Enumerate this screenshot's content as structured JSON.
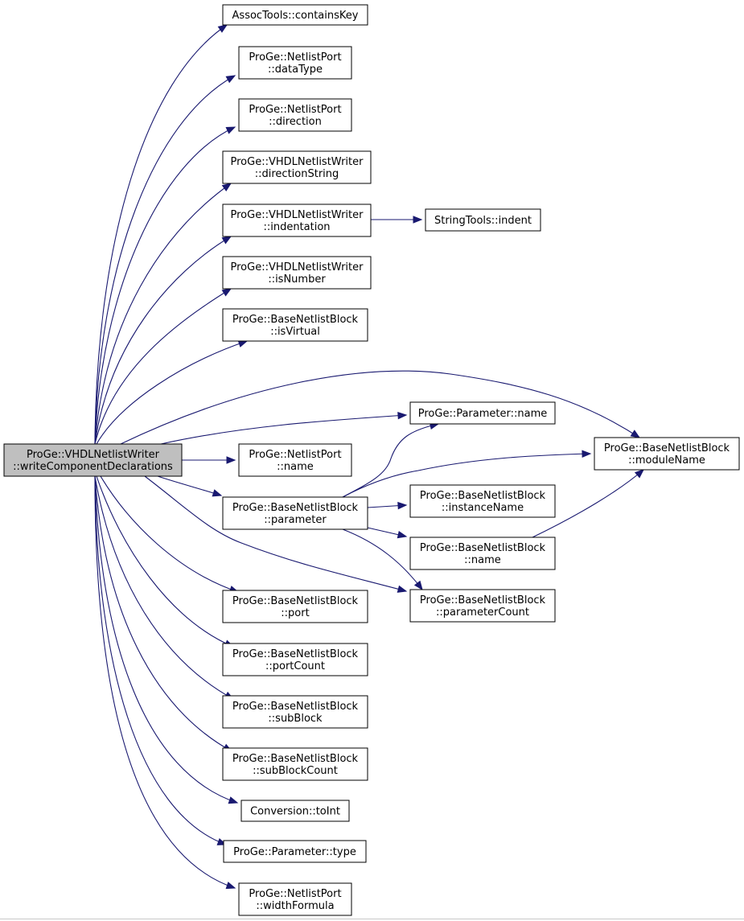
{
  "nodes": [
    {
      "id": "root",
      "lines": [
        "ProGe::VHDLNetlistWriter",
        "::writeComponentDeclarations"
      ],
      "root": true
    },
    {
      "id": "containsKey",
      "lines": [
        "AssocTools::containsKey"
      ]
    },
    {
      "id": "dataType",
      "lines": [
        "ProGe::NetlistPort",
        "::dataType"
      ]
    },
    {
      "id": "direction",
      "lines": [
        "ProGe::NetlistPort",
        "::direction"
      ]
    },
    {
      "id": "directionString",
      "lines": [
        "ProGe::VHDLNetlistWriter",
        "::directionString"
      ]
    },
    {
      "id": "indentation",
      "lines": [
        "ProGe::VHDLNetlistWriter",
        "::indentation"
      ]
    },
    {
      "id": "indent",
      "lines": [
        "StringTools::indent"
      ]
    },
    {
      "id": "isNumber",
      "lines": [
        "ProGe::VHDLNetlistWriter",
        "::isNumber"
      ]
    },
    {
      "id": "isVirtual",
      "lines": [
        "ProGe::BaseNetlistBlock",
        "::isVirtual"
      ]
    },
    {
      "id": "paramName",
      "lines": [
        "ProGe::Parameter::name"
      ]
    },
    {
      "id": "moduleName",
      "lines": [
        "ProGe::BaseNetlistBlock",
        "::moduleName"
      ]
    },
    {
      "id": "portName",
      "lines": [
        "ProGe::NetlistPort",
        "::name"
      ]
    },
    {
      "id": "parameter",
      "lines": [
        "ProGe::BaseNetlistBlock",
        "::parameter"
      ]
    },
    {
      "id": "instanceName",
      "lines": [
        "ProGe::BaseNetlistBlock",
        "::instanceName"
      ]
    },
    {
      "id": "blockName",
      "lines": [
        "ProGe::BaseNetlistBlock",
        "::name"
      ]
    },
    {
      "id": "parameterCount",
      "lines": [
        "ProGe::BaseNetlistBlock",
        "::parameterCount"
      ]
    },
    {
      "id": "port",
      "lines": [
        "ProGe::BaseNetlistBlock",
        "::port"
      ]
    },
    {
      "id": "portCount",
      "lines": [
        "ProGe::BaseNetlistBlock",
        "::portCount"
      ]
    },
    {
      "id": "subBlock",
      "lines": [
        "ProGe::BaseNetlistBlock",
        "::subBlock"
      ]
    },
    {
      "id": "subBlockCount",
      "lines": [
        "ProGe::BaseNetlistBlock",
        "::subBlockCount"
      ]
    },
    {
      "id": "toInt",
      "lines": [
        "Conversion::toInt"
      ]
    },
    {
      "id": "paramType",
      "lines": [
        "ProGe::Parameter::type"
      ]
    },
    {
      "id": "widthFormula",
      "lines": [
        "ProGe::NetlistPort",
        "::widthFormula"
      ]
    }
  ],
  "edges": [
    {
      "from": "root",
      "to": "containsKey"
    },
    {
      "from": "root",
      "to": "dataType"
    },
    {
      "from": "root",
      "to": "direction"
    },
    {
      "from": "root",
      "to": "directionString"
    },
    {
      "from": "root",
      "to": "indentation"
    },
    {
      "from": "root",
      "to": "isNumber"
    },
    {
      "from": "root",
      "to": "isVirtual"
    },
    {
      "from": "root",
      "to": "moduleName"
    },
    {
      "from": "root",
      "to": "paramName"
    },
    {
      "from": "root",
      "to": "portName"
    },
    {
      "from": "root",
      "to": "parameter"
    },
    {
      "from": "root",
      "to": "parameterCount"
    },
    {
      "from": "root",
      "to": "port"
    },
    {
      "from": "root",
      "to": "portCount"
    },
    {
      "from": "root",
      "to": "subBlock"
    },
    {
      "from": "root",
      "to": "subBlockCount"
    },
    {
      "from": "root",
      "to": "toInt"
    },
    {
      "from": "root",
      "to": "paramType"
    },
    {
      "from": "root",
      "to": "widthFormula"
    },
    {
      "from": "indentation",
      "to": "indent"
    },
    {
      "from": "parameter",
      "to": "paramName"
    },
    {
      "from": "parameter",
      "to": "moduleName"
    },
    {
      "from": "parameter",
      "to": "instanceName"
    },
    {
      "from": "parameter",
      "to": "blockName"
    },
    {
      "from": "parameter",
      "to": "parameterCount"
    },
    {
      "from": "blockName",
      "to": "moduleName"
    }
  ]
}
